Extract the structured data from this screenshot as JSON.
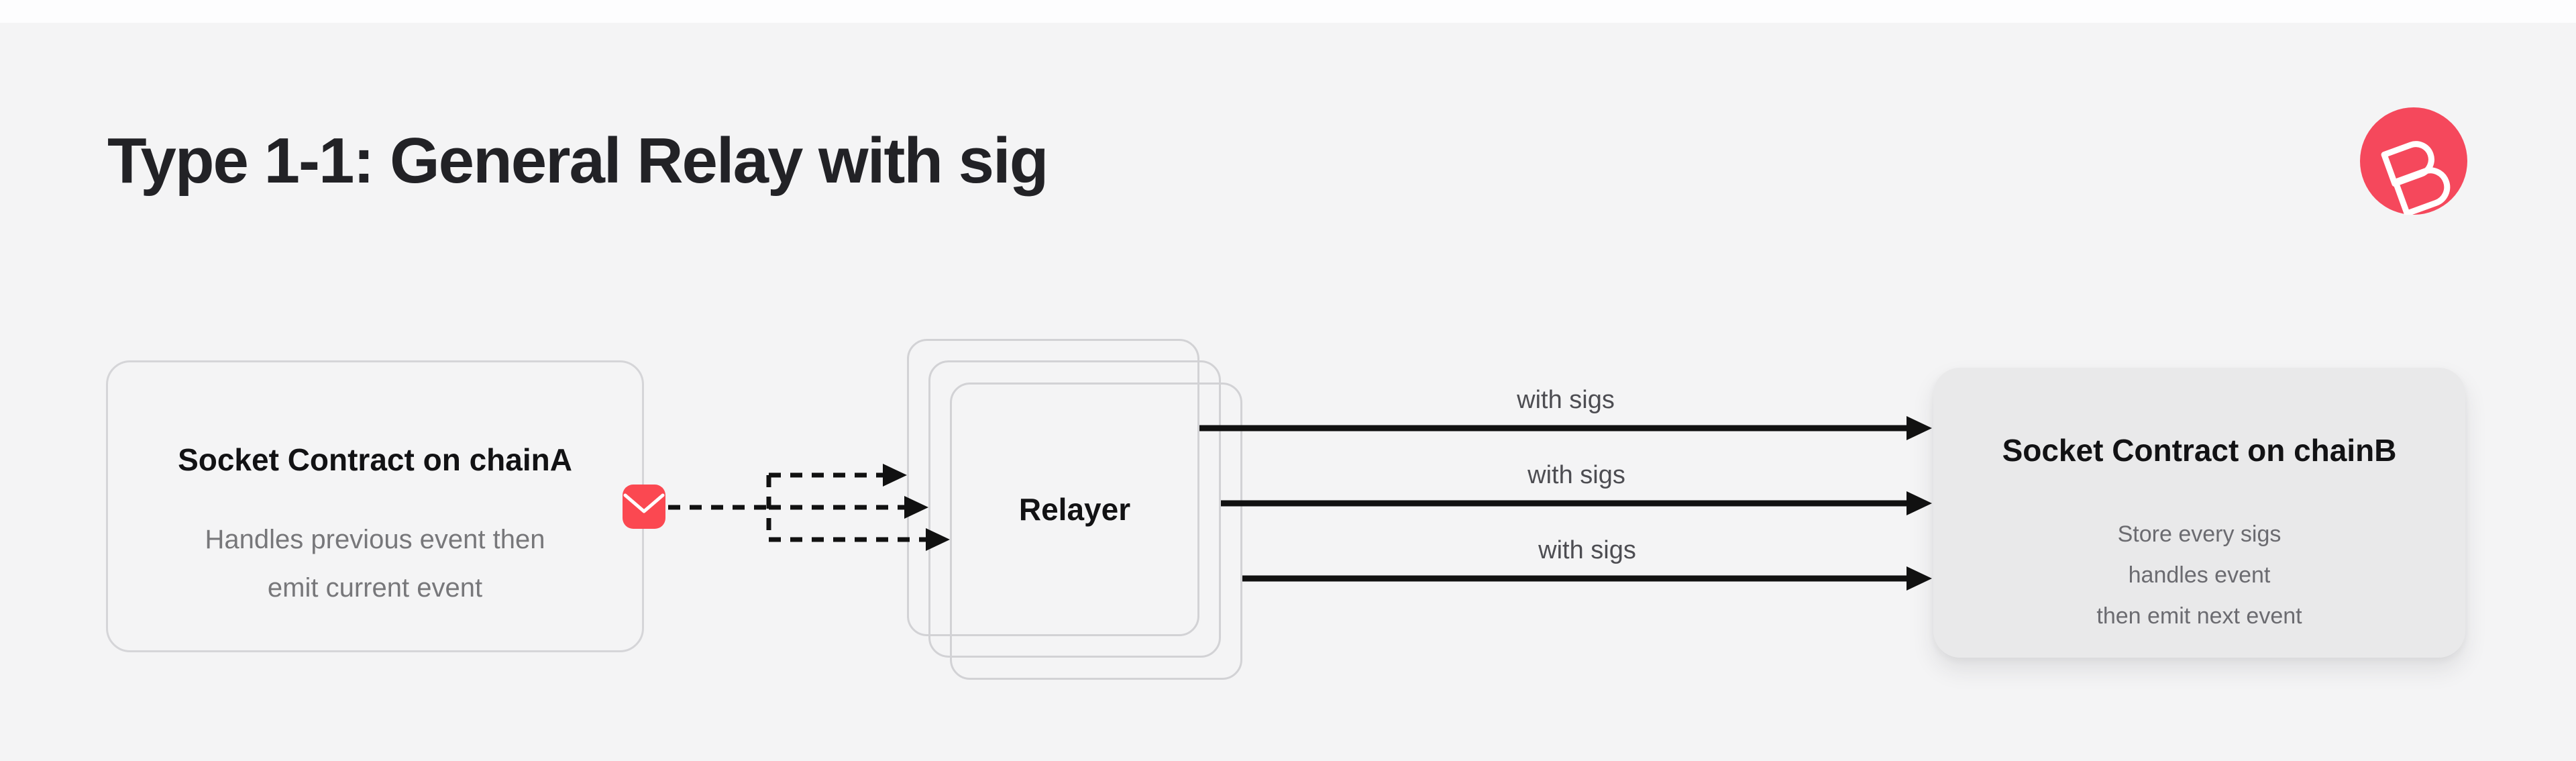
{
  "page": {
    "title": "Type 1-1: General Relay with sig",
    "background_color": "#f4f4f5"
  },
  "logo": {
    "name": "socket-brand-logo",
    "circle_color": "#f5485c",
    "glyph": "stylized-B"
  },
  "diagram": {
    "chain_a": {
      "title": "Socket Contract on chainA",
      "description_lines": [
        "Handles previous event then",
        "emit current event"
      ]
    },
    "mail_icon": {
      "color": "#fb4851"
    },
    "relayer": {
      "label": "Relayer",
      "stack_count": 3
    },
    "chain_b": {
      "title": "Socket Contract on chainB",
      "description_lines": [
        "Store every sigs",
        "handles event",
        "then emit next event"
      ]
    },
    "arrows": {
      "dashed_color": "#111111",
      "solid_color": "#111111",
      "solid_labels": [
        "with sigs",
        "with sigs",
        "with sigs"
      ]
    }
  }
}
